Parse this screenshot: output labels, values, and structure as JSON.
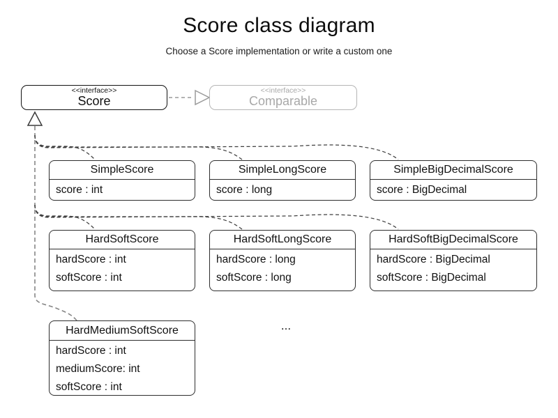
{
  "page": {
    "title": "Score class diagram",
    "subtitle": "Choose a Score implementation or write a custom one",
    "ellipsis": "..."
  },
  "interfaces": {
    "score": {
      "stereotype": "<<interface>>",
      "name": "Score"
    },
    "comparable": {
      "stereotype": "<<interface>>",
      "name": "Comparable"
    }
  },
  "classes": [
    {
      "name": "SimpleScore",
      "attributes": [
        "score : int"
      ]
    },
    {
      "name": "SimpleLongScore",
      "attributes": [
        "score : long"
      ]
    },
    {
      "name": "SimpleBigDecimalScore",
      "attributes": [
        "score : BigDecimal"
      ]
    },
    {
      "name": "HardSoftScore",
      "attributes": [
        "hardScore : int",
        "softScore : int"
      ]
    },
    {
      "name": "HardSoftLongScore",
      "attributes": [
        "hardScore : long",
        "softScore : long"
      ]
    },
    {
      "name": "HardSoftBigDecimalScore",
      "attributes": [
        "hardScore : BigDecimal",
        "softScore : BigDecimal"
      ]
    },
    {
      "name": "HardMediumSoftScore",
      "attributes": [
        "hardScore : int",
        "mediumScore: int",
        "softScore : int"
      ]
    }
  ],
  "relations": {
    "score_extends": "Comparable",
    "implementors_of": "Score"
  },
  "colors": {
    "branch_line": "#3f3f3f",
    "trunk_line": "#868686",
    "muted_border": "#b5b5b5",
    "muted_text": "#a8a8a8",
    "box_border": "#2d2d2d",
    "background": "#ffffff"
  }
}
